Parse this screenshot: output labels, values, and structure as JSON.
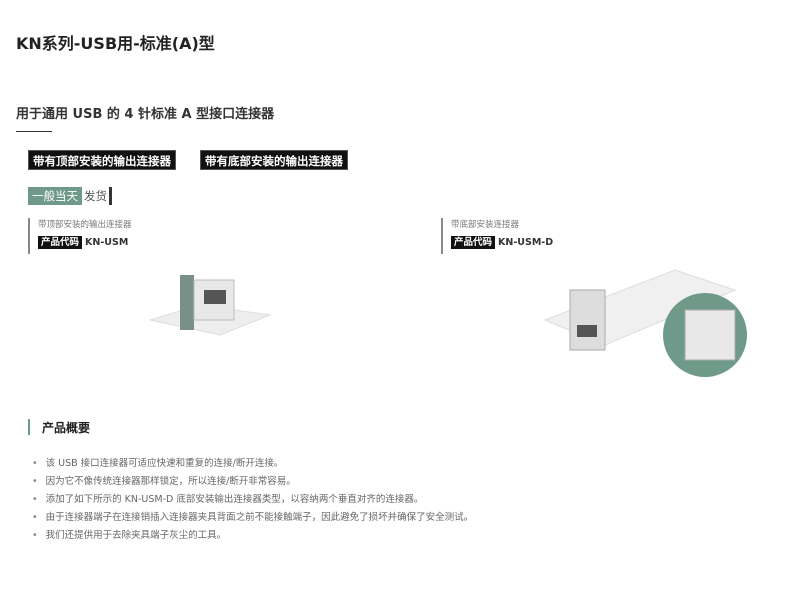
{
  "title": "KN系列-USB用-标准(A)型",
  "subtitle": "用于通用 USB 的 4 针标准 A 型接口连接器",
  "tags": [
    "带有顶部安装的输出连接器",
    "带有底部安装的输出连接器"
  ],
  "shipping": {
    "highlight": "一般当天",
    "rest": "发货"
  },
  "products": [
    {
      "caption": "带顶部安装的输出连接器",
      "code_label": "产品代码",
      "code": "KN-USM"
    },
    {
      "caption": "带底部安装连接器",
      "code_label": "产品代码",
      "code": "KN-USM-D"
    }
  ],
  "overview": {
    "heading": "产品概要",
    "items": [
      "该 USB 接口连接器可适应快速和重复的连接/断开连接。",
      "因为它不像传统连接器那样锁定，所以连接/断开非常容易。",
      "添加了如下所示的 KN-USM-D 底部安装输出连接器类型，以容纳两个垂直对齐的连接器。",
      "由于连接器端子在连接销插入连接器夹具背面之前不能接触端子，因此避免了损坏并确保了安全测试。",
      "我们还提供用于去除夹具端子灰尘的工具。"
    ]
  }
}
